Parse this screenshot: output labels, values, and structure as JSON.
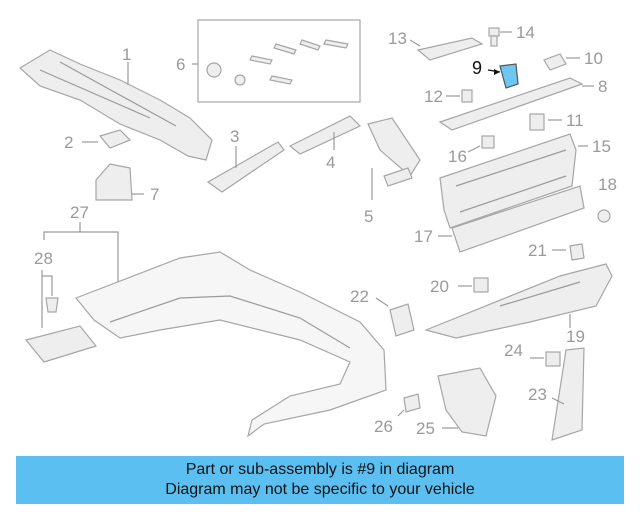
{
  "diagram": {
    "callouts": [
      "1",
      "2",
      "3",
      "4",
      "5",
      "6",
      "7",
      "8",
      "9",
      "10",
      "11",
      "12",
      "13",
      "14",
      "15",
      "16",
      "17",
      "18",
      "19",
      "20",
      "21",
      "22",
      "23",
      "24",
      "25",
      "26",
      "27",
      "28"
    ],
    "highlight": "9"
  },
  "banner": {
    "line1": "Part or sub-assembly is #9 in diagram",
    "line2": "Diagram may not be specific to your vehicle",
    "color": "#5bc0f1"
  },
  "colors": {
    "part_fill": "#eeeeee",
    "part_stroke": "#a6a6a6",
    "highlight_fill": "#6ec6f2",
    "label": "#9a9a9a"
  }
}
